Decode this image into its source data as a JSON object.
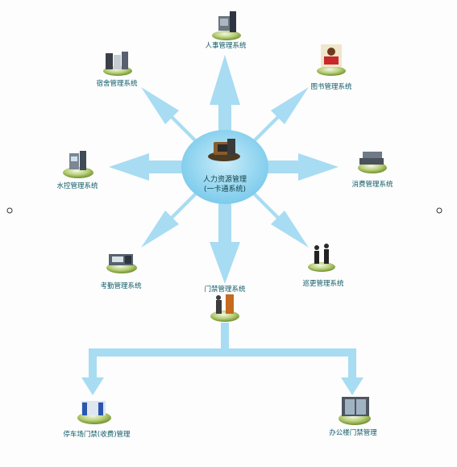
{
  "center": {
    "line1": "人力资源管理",
    "line2": "(一卡通系统)"
  },
  "nodes": {
    "hr": "人事管理系统",
    "dorm": "宿舍管理系统",
    "library": "图书管理系统",
    "water": "水控管理系统",
    "consume": "消费管理系统",
    "attendance": "考勤管理系统",
    "patrol": "巡更管理系统",
    "access": "门禁管理系统",
    "parking": "停车场门禁(收费)管理",
    "office": "办公楼门禁管理"
  },
  "colors": {
    "arrow": "#a8dcf2",
    "center_disc": "#8fd3ef",
    "pedestal": "#8fb23a",
    "label": "#0d5a66"
  },
  "icons": {
    "hr": "computer-icon",
    "dorm": "server-rack-icon",
    "library": "reader-book-icon",
    "water": "water-meter-icon",
    "consume": "pos-terminal-icon",
    "attendance": "attendance-machine-icon",
    "patrol": "guards-icon",
    "access": "turnstile-icon",
    "parking": "parking-gate-icon",
    "office": "office-door-icon",
    "center": "card-terminal-icon"
  }
}
